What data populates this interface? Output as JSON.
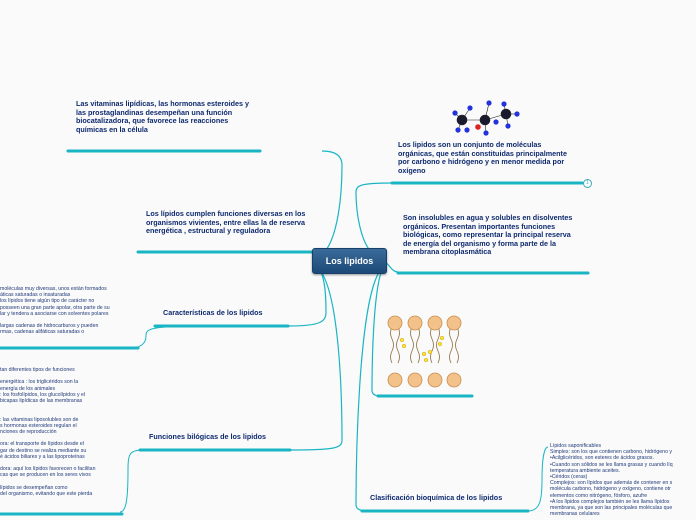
{
  "colors": {
    "branch": "#1ab5c4",
    "center_bg": "#24507f",
    "text": "#0e2a6e"
  },
  "center": {
    "label": "Los lipidos"
  },
  "nodes": {
    "vitaminas": "Las vitaminas lipídicas, las hormonas esteroides y las prostaglandinas desempeñan una función biocatalizadora, que favorece las reacciones químicas en la célula",
    "funciones_diversas": "Los lípidos cumplen funciones diversas en los organismos vivientes, entre ellas la de reserva energética , estructural y reguladora",
    "caracteristicas": "Características de los lipidos",
    "funciones_biologicas": "Funciones bilógicas de los lipidos",
    "conjunto": "Los lipidos son un conjunto de moléculas orgánicas, que están constituidas principalmente por carbono e hidrógeno y en menor medida por oxígeno",
    "insolubles": "Son insolubles en agua y solubles en disolventes orgánicos. Presentan importantes funciones biológicas, como representar la principal reserva de energía del organismo y forma parte de la membrana citoplasmática",
    "clasificacion": "Clasificación bioquímica de los lipidos"
  },
  "badge": "1",
  "details": {
    "caracteristicas": [
      "moléculas muy diversas, unos están formados",
      "áticas saturadas o insaturadas",
      "los lípidos tiene algún tipo de carácter no",
      "posseen una gran parte apolar, otra parte de su",
      "lar y tendera a asociarse con solventes polares",
      "",
      "largas cadenas de hidrocarburos y pueden",
      "rmas, cadenas alifáticas saturadas o"
    ],
    "funciones": [
      "tan diferentes tipos de funciones",
      "",
      "energética : los triglicéridos son la",
      "energía de los animales",
      ": los fosfolípidos, los glucolípidos y el",
      "bicapas lipídicas de las membranas",
      "",
      "",
      ": las vitaminas liposolubles son de",
      "s hormonas esteroides regulan el",
      "nciones de reproducción",
      "",
      "ora: el transporte de lípidos desde el",
      "gar de destino se realiza mediante su",
      "é ácidos biliares y a las lipoproteínas",
      "",
      "dora: aquí los lípidos favorecen o facilitan",
      "cas que se producen en los seres vivos",
      "",
      "lípidos se desempeñan como",
      "del organismo, evitando que este pierda"
    ],
    "clasificacion": [
      "Lípidos saponificables",
      "Simples: son los que contienen carbono, hidrógeno y",
      "•Acilglicéridos, son esteres de ácidos grasos.",
      "•Cuando son sólidos se les llama grasas y cuando líq",
      "temperatura ambiente aceites.",
      "•Céridos (ceras)",
      "Complejos: son lípidos que además de contener en s",
      "molécula carbono, hidrógeno y oxígeno, contiene otr",
      "elementos como nitrógeno, fósforo, azufre",
      "•A los lípidos complejos también se les llama lípidos",
      "membrana, ya que son las principales moléculas que",
      "membranas celulares"
    ]
  }
}
